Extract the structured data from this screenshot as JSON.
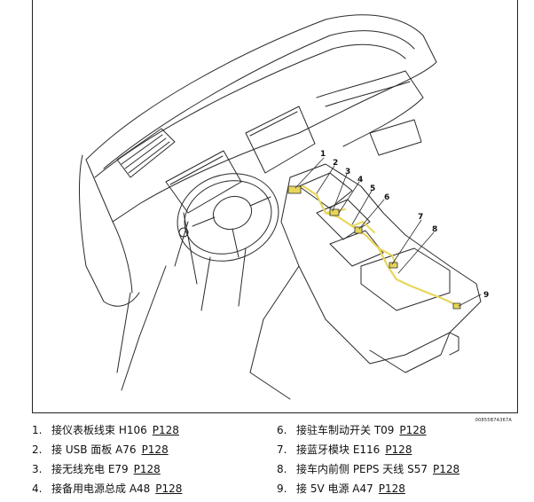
{
  "figure": {
    "code": "00855B7A367A",
    "callouts": [
      "1",
      "2",
      "3",
      "4",
      "5",
      "6",
      "7",
      "8",
      "9"
    ]
  },
  "legend": [
    {
      "num": "1.",
      "text": "接仪表板线束 H106",
      "ref": "P128"
    },
    {
      "num": "2.",
      "text": "接 USB 面板 A76",
      "ref": "P128"
    },
    {
      "num": "3.",
      "text": "接无线充电 E79",
      "ref": "P128"
    },
    {
      "num": "4.",
      "text": "接备用电源总成 A48",
      "ref": "P128"
    },
    {
      "num": "6.",
      "text": "接驻车制动开关 T09",
      "ref": "P128"
    },
    {
      "num": "7.",
      "text": "接蓝牙模块 E116",
      "ref": "P128"
    },
    {
      "num": "8.",
      "text": "接车内前侧 PEPS 天线 S57",
      "ref": "P128"
    },
    {
      "num": "9.",
      "text": "接 5V 电源 A47",
      "ref": "P128"
    }
  ],
  "colors": {
    "harness": "#e8d65a",
    "line": "#2a2a2a"
  }
}
